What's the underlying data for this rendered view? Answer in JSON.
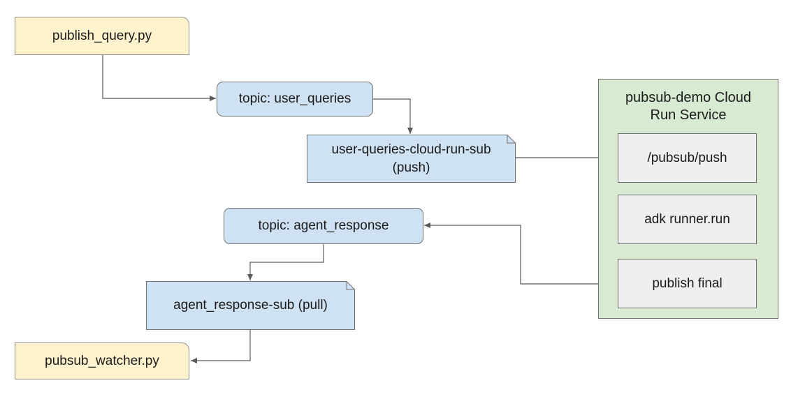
{
  "scripts": {
    "publisher": "publish_query.py",
    "watcher": "pubsub_watcher.py"
  },
  "topics": {
    "user_queries": "topic: user_queries",
    "agent_response": "topic: agent_response"
  },
  "subscriptions": {
    "push_line1": "user-queries-cloud-run-sub",
    "push_line2": "(push)",
    "pull": "agent_response-sub (pull)"
  },
  "service": {
    "title_line1": "pubsub-demo Cloud",
    "title_line2": "Run Service",
    "steps": [
      "/pubsub/push",
      "adk runner.run",
      "publish final"
    ]
  },
  "colors": {
    "script_fill": "#fff2cc",
    "topic_fill": "#cfe2f3",
    "service_fill": "#d9ead3",
    "step_fill": "#efefef",
    "connector": "#595959"
  }
}
